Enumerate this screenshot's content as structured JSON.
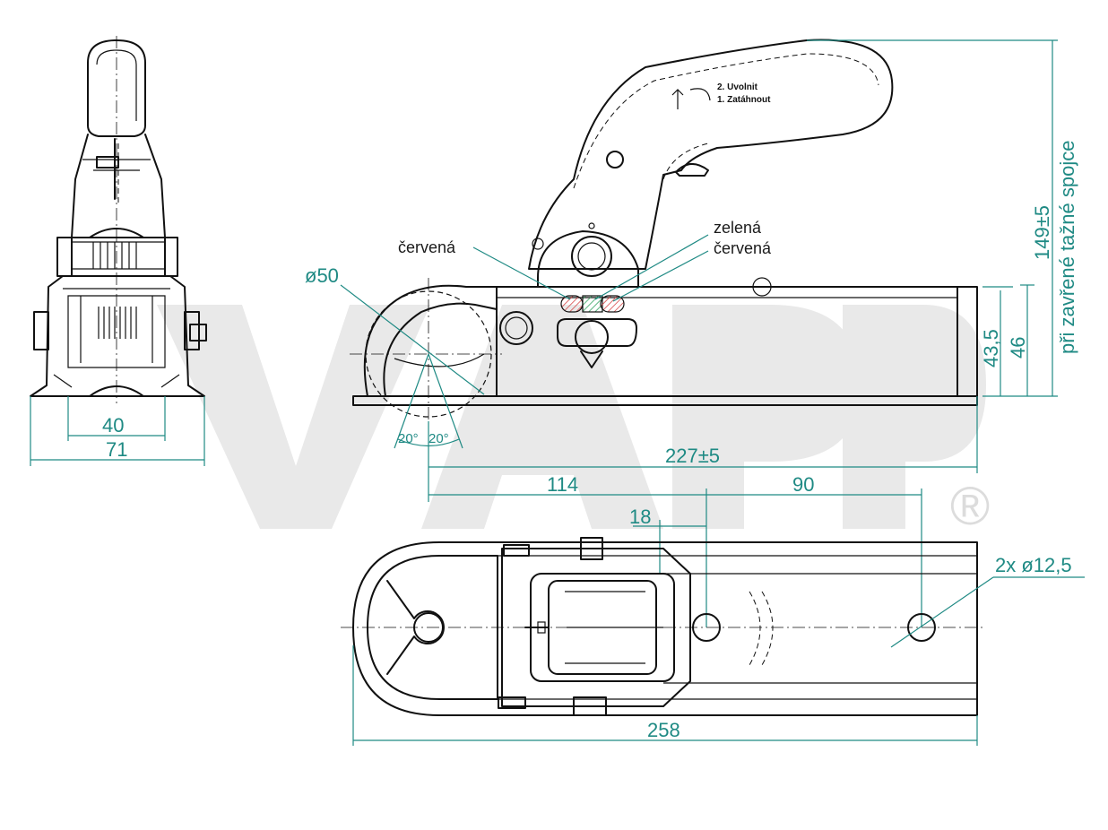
{
  "watermark": {
    "letters": "VAPP",
    "mark": "®"
  },
  "dimensions": {
    "side_width_40": "40",
    "side_width_71": "71",
    "ball_diameter": "ø50",
    "angle_left": "20°",
    "angle_right": "20°",
    "length_227": "227±5",
    "dist_114": "114",
    "dist_90": "90",
    "dist_18": "18",
    "height_43": "43,5",
    "height_46": "46",
    "height_149": "149±5",
    "height_149_note": "při zavřené tažné spojce",
    "holes": "2x ø12,5",
    "length_258": "258"
  },
  "labels": {
    "red_left": "červená",
    "green": "zelená",
    "red_right": "červená"
  },
  "handle_text": {
    "line1": "2. Uvolnit",
    "line2": "1. Zatáhnout"
  },
  "colors": {
    "dimension": "#1f8a84",
    "outline": "#111111",
    "red_mark": "#d43a3a",
    "green_mark": "#2aa05a"
  }
}
